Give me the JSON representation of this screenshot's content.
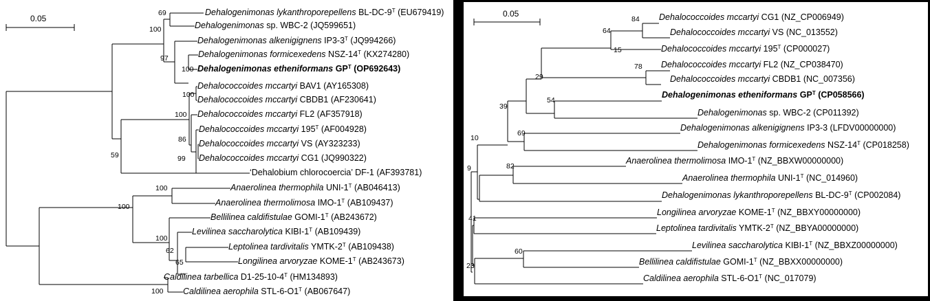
{
  "scale_bar_label": "0.05",
  "panels": [
    {
      "id": "left",
      "leaves": [
        {
          "genus": "Dehalogenimonas lykanthroporepellens",
          "strain": "BL-DC-9",
          "type": "T",
          "acc": "(EU679419)"
        },
        {
          "genus": "Dehalogenimonas",
          "rest": "sp. WBC-2",
          "acc": "(JQ599651)"
        },
        {
          "genus": "Dehalogenimonas alkenigignens",
          "strain": "IP3-3",
          "type": "T",
          "acc": "(JQ994266)"
        },
        {
          "genus": "Dehalogenimonas formicexedens",
          "strain": "NSZ-14",
          "type": "T",
          "acc": "(KX274280)"
        },
        {
          "genus": "Dehalogenimonas etheniformans",
          "strain": "GP",
          "type": "T",
          "acc": "(OP692643)",
          "bold": true
        },
        {
          "genus": "Dehalococcoides mccartyi",
          "strain": "BAV1",
          "acc": "(AY165308)"
        },
        {
          "genus": "Dehalococcoides mccartyi",
          "strain": "CBDB1",
          "acc": "(AF230641)"
        },
        {
          "genus": "Dehalococcoides mccartyi",
          "strain": "FL2",
          "acc": "(AF357918)"
        },
        {
          "genus": "Dehalococcoides mccartyi",
          "strain": "195",
          "type": "T",
          "acc": "(AF004928)"
        },
        {
          "genus": "Dehalococcoides mccartyi",
          "strain": "VS",
          "acc": "(AY323233)"
        },
        {
          "genus": "Dehalococcoides mccartyi",
          "strain": "CG1",
          "acc": "(JQ990322)"
        },
        {
          "plain": "‘Dehalobium chlorocoercia’ DF-1",
          "acc": "(AF393781)"
        },
        {
          "genus": "Anaerolinea thermophila",
          "strain": "UNI-1",
          "type": "T",
          "acc": "(AB046413)"
        },
        {
          "genus": "Anaerolinea thermolimosa",
          "strain": "IMO-1",
          "type": "T",
          "acc": "(AB109437)"
        },
        {
          "genus": "Bellilinea caldifistulae",
          "strain": "GOMI-1",
          "type": "T",
          "acc": "(AB243672)"
        },
        {
          "genus": "Levilinea saccharolytica",
          "strain": "KIBI-1",
          "type": "T",
          "acc": "(AB109439)"
        },
        {
          "genus": "Leptolinea tardivitalis",
          "strain": "YMTK-2",
          "type": "T",
          "acc": "(AB109438)"
        },
        {
          "genus": "Longilinea arvoryzae",
          "strain": "KOME-1",
          "type": "T",
          "acc": "(AB243673)"
        },
        {
          "genus": "Caldilinea tarbellica",
          "strain": "D1-25-10-4",
          "type": "T",
          "acc": "(HM134893)"
        },
        {
          "genus": "Caldilinea aerophila",
          "strain": "STL-6-O1",
          "type": "T",
          "acc": "(AB067647)"
        }
      ],
      "bootstraps": [
        "69",
        "100",
        "97",
        "100",
        "100",
        "100",
        "86",
        "99",
        "59",
        "100",
        "100",
        "100",
        "62",
        "65",
        "100"
      ]
    },
    {
      "id": "right",
      "leaves": [
        {
          "genus": "Dehalococcoides mccartyi",
          "strain": "CG1",
          "acc": "(NZ_CP006949)"
        },
        {
          "genus": "Dehalococcoides mccartyi",
          "strain": "VS",
          "acc": "(NC_013552)"
        },
        {
          "genus": "Dehalococcoides mccartyi",
          "strain": "195",
          "type": "T",
          "acc": "(CP000027)"
        },
        {
          "genus": "Dehalococcoides mccartyi",
          "strain": "FL2",
          "acc": "(NZ_CP038470)"
        },
        {
          "genus": "Dehalococcoides mccartyi",
          "strain": "CBDB1",
          "acc": "(NC_007356)"
        },
        {
          "genus": "Dehalogenimonas etheniformans",
          "strain": "GP",
          "type": "T",
          "acc": "(CP058566)",
          "bold": true
        },
        {
          "genus": "Dehalogenimonas",
          "rest": "sp. WBC-2",
          "acc": "(CP011392)"
        },
        {
          "genus": "Dehalogenimonas alkenigignens",
          "strain": "IP3-3",
          "acc": "(LFDV00000000)"
        },
        {
          "genus": "Dehalogenimonas formicexedens",
          "strain": "NSZ-14",
          "type": "T",
          "acc": "(CP018258)"
        },
        {
          "genus": "Anaerolinea thermolimosa",
          "strain": "IMO-1",
          "type": "T",
          "acc": "(NZ_BBXW00000000)"
        },
        {
          "genus": "Anaerolinea thermophila",
          "strain": "UNI-1",
          "type": "T",
          "acc": "(NC_014960)"
        },
        {
          "genus": "Dehalogenimonas lykanthroporepellens",
          "strain": "BL-DC-9",
          "type": "T",
          "acc": "(CP002084)"
        },
        {
          "genus": "Longilinea arvoryzae",
          "strain": "KOME-1",
          "type": "T",
          "acc": "(NZ_BBXY00000000)"
        },
        {
          "genus": "Leptolinea tardivitalis",
          "strain": "YMTK-2",
          "type": "T",
          "acc": "(NZ_BBYA00000000)"
        },
        {
          "genus": "Levilinea saccharolytica",
          "strain": "KIBI-1",
          "type": "T",
          "acc": "(NZ_BBXZ00000000)"
        },
        {
          "genus": "Bellilinea caldifistulae",
          "strain": "GOMI-1",
          "type": "T",
          "acc": "(NZ_BBXX00000000)"
        },
        {
          "genus": "Caldilinea aerophila",
          "strain": "STL-6-O1",
          "type": "T",
          "acc": "(NC_017079)"
        }
      ],
      "bootstraps": [
        "84",
        "64",
        "15",
        "78",
        "29",
        "54",
        "39",
        "69",
        "10",
        "82",
        "9",
        "41",
        "60",
        "23"
      ]
    }
  ]
}
